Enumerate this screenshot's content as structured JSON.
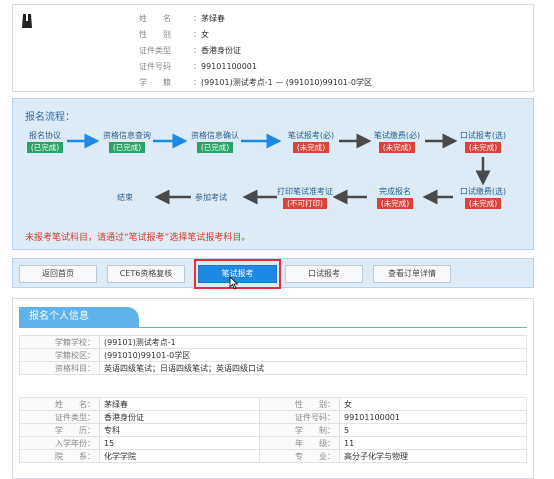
{
  "profile": {
    "rows": [
      {
        "label": "姓　　名",
        "value": "茅绿春"
      },
      {
        "label": "性　　别",
        "value": "女"
      },
      {
        "label": "证件类型",
        "value": "香港身份证"
      },
      {
        "label": "证件号码",
        "value": "99101100001"
      },
      {
        "label": "学　　籍",
        "value": "(99101)测试考点-1 — (991010)99101-0学区"
      }
    ]
  },
  "flow": {
    "title": "报名流程：",
    "steps": [
      {
        "name": "报名协议",
        "status": "(已完成)",
        "state": "done"
      },
      {
        "name": "资格信息查询",
        "status": "(已完成)",
        "state": "done"
      },
      {
        "name": "资格信息确认",
        "status": "(已完成)",
        "state": "done"
      },
      {
        "name": "笔试报考(必)",
        "status": "(未完成)",
        "state": "todo"
      },
      {
        "name": "笔试缴费(必)",
        "status": "(未完成)",
        "state": "todo"
      },
      {
        "name": "口试报考(选)",
        "status": "(未完成)",
        "state": "todo"
      },
      {
        "name": "口试缴费(选)",
        "status": "(未完成)",
        "state": "todo"
      },
      {
        "name": "完成报名",
        "status": "(未完成)",
        "state": "todo"
      },
      {
        "name": "打印笔试准考证",
        "status": "(不可打印)",
        "state": "todo"
      },
      {
        "name": "参加考试",
        "status": "",
        "state": "none"
      },
      {
        "name": "结束",
        "status": "",
        "state": "none"
      }
    ],
    "notice": "未报考笔试科目，请通过“笔试报考”选择笔试报考科目。",
    "colors": {
      "done": "#29a466",
      "todo": "#d9443a",
      "arrow_blue": "#1e88e5",
      "arrow_gray": "#4a4a4a"
    }
  },
  "toolbar": {
    "buttons": [
      "返回首页",
      "CET6资格复核",
      "笔试报考",
      "口试报考",
      "查看订单详情"
    ],
    "active": "笔试报考"
  },
  "info": {
    "title": "报名个人信息",
    "school_rows": [
      {
        "label": "学籍学校：",
        "value": "(99101)测试考点-1"
      },
      {
        "label": "学籍校区：",
        "value": "(991010)99101-0学区"
      },
      {
        "label": "资格科目：",
        "value": "英语四级笔试；日语四级笔试；英语四级口试"
      }
    ],
    "detail_rows": [
      [
        {
          "label": "姓　　名：",
          "value": "茅绿春"
        },
        {
          "label": "性　　别：",
          "value": "女"
        }
      ],
      [
        {
          "label": "证件类型：",
          "value": "香港身份证"
        },
        {
          "label": "证件号码：",
          "value": "99101100001"
        }
      ],
      [
        {
          "label": "学　　历：",
          "value": "专科"
        },
        {
          "label": "学　　制：",
          "value": "5"
        }
      ],
      [
        {
          "label": "入学年份：",
          "value": "15"
        },
        {
          "label": "年　　级：",
          "value": "11"
        }
      ],
      [
        {
          "label": "院　　系：",
          "value": "化学学院"
        },
        {
          "label": "专　　业：",
          "value": "高分子化学与物理"
        }
      ]
    ]
  }
}
